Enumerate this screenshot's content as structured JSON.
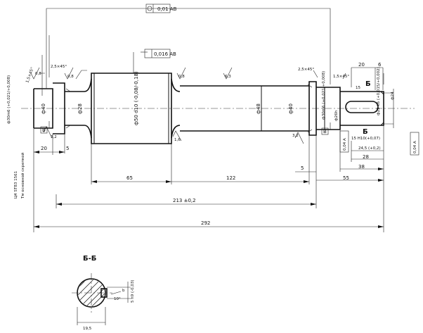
{
  "drawing": {
    "section_title": "Б-Б",
    "section_marker": "Б",
    "datum_label": "B",
    "tolerance_frames": {
      "top": "0,01 AB",
      "middle": "0,016 AB",
      "right": "0,04 A"
    },
    "dims": {
      "d_40": "ф40",
      "d_28": "ф28",
      "d_50": "ф50 d10 (-0,08/-0,18)",
      "d_48": "ф48",
      "d_40r": "ф40",
      "d_30m6": "ф30m6 (+0,021/+0,008)",
      "d_30m6_left": "ф30m6 (+0,021/+0,008)",
      "d_26h": "ф26h",
      "d_24": "ф24",
      "d_22_right": "ф22 k6 (+0,015/+0,002)",
      "len_20_left": "20",
      "len_5_left": "5",
      "len_65": "65",
      "len_122": "122",
      "len_213": "213 ±0,2",
      "len_292": "292",
      "len_5_right": "5",
      "len_55": "55",
      "len_38": "38",
      "len_28": "28",
      "len_24_5": "24,5 (+0,2)",
      "len_20_top": "20",
      "len_6_top": "6",
      "len_15": "15",
      "len_15h10": "15 H10(+0,07)",
      "chamfer_left": "2,5×45°",
      "chamfer_left2": "1,5×45°",
      "chamfer_right": "2,5×45°",
      "chamfer_right2": "1,5×45°",
      "rough_08": "0,8",
      "rough_63": "6,3",
      "rough_32": "3,2",
      "rough_16": "1,6",
      "sec_width": "19,5",
      "sec_depth": "5 h9 (-0,03)",
      "sec_b": "b",
      "angle_10": "10°",
      "std_note": "Ц4 ST83 1561",
      "std_note2": "Тм основной скрепкой"
    }
  }
}
